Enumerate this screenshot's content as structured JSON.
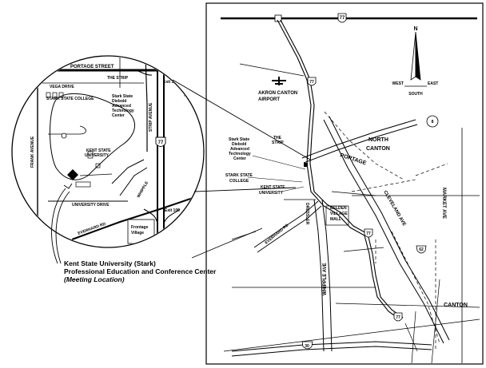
{
  "inset": {
    "streets": {
      "portage": "PORTAGE STREET",
      "frank": "FRANK AVENUE",
      "strip_ave": "STRIP AVENUE",
      "whipple": "WHIPPLE",
      "university": "UNIVERSITY DRIVE",
      "everhard": "EVERHARD RD"
    },
    "labels": {
      "the_strip": "THE STRIP",
      "exit": "Exit 111",
      "exit_lower": "Exit 109",
      "stark_state_inset": "STARK STATE COLLEGE",
      "diebold_inset_1": "Stark State",
      "diebold_inset_2": "Diebold",
      "diebold_inset_3": "Advanced",
      "diebold_inset_4": "Technology",
      "diebold_inset_5": "Center",
      "kent_state_1": "KENT STATE",
      "kent_state_2": "UNIVERSITY",
      "vega": "VEGA DRIVE",
      "frontage_1": "Frontage",
      "frontage_2": "Village"
    },
    "shields": {
      "i77": "77"
    }
  },
  "main_map": {
    "streets": {
      "cleveland": "CLEVELAND AVE",
      "whipple": "WHIPPLE AVE",
      "market": "MARKET AVE",
      "portage": "PORTAGE",
      "everhard": "EVERHARD RD",
      "dressler": "DRESSLER"
    },
    "places": {
      "airport_1": "AKRON CANTON",
      "airport_2": "AIRPORT",
      "north_canton_1": "NORTH",
      "north_canton_2": "CANTON",
      "canton": "CANTON",
      "the_strip_1": "THE",
      "the_strip_2": "STRIP",
      "diebold_1": "Stark State",
      "diebold_2": "Diebold",
      "diebold_3": "Advanced",
      "diebold_4": "Technology",
      "diebold_5": "Center",
      "stark_state_1": "STARK STATE",
      "stark_state_2": "COLLEGE",
      "kent_1": "KENT STATE",
      "kent_2": "UNIVERSITY",
      "belden_1": "BELDEN",
      "belden_2": "VILLAGE",
      "belden_3": "MALL"
    },
    "shields": {
      "i77_top": "77",
      "i77_mid1": "77",
      "i77_mid2": "77",
      "i77_bottom": "77",
      "sr8": "8",
      "us62": "62",
      "us30": "30"
    },
    "compass": {
      "n": "N",
      "w": "WEST",
      "e": "EAST",
      "s": "SOUTH"
    }
  },
  "caption": {
    "line1": "Kent State University (Stark)",
    "line2": "Professional Education and Conference Center",
    "line3": "(Meeting Location)"
  }
}
